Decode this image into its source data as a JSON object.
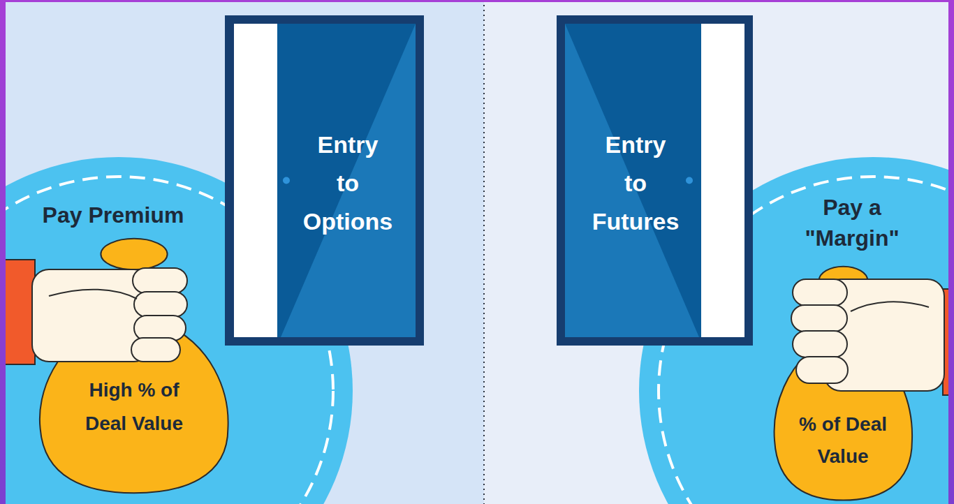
{
  "diagram": {
    "nodes": [
      {
        "text": [
          "Pay Premium"
        ]
      },
      {
        "text": [
          "High % of Deal Value"
        ],
        "in": 0
      },
      {
        "text": [
          "Entry to Options"
        ]
      },
      {
        "text": [
          "Entry to Futures"
        ]
      },
      {
        "text": [
          "Pay a \"Margin\""
        ]
      },
      {
        "text": [
          "% of Deal Value"
        ],
        "in": 4
      }
    ]
  }
}
